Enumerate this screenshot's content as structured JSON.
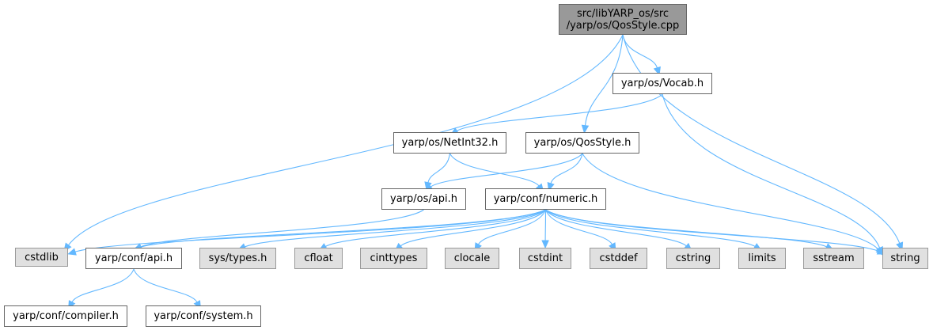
{
  "nodes": {
    "root": "src/libYARP_os/src\n/yarp/os/QosStyle.cpp",
    "vocab": "yarp/os/Vocab.h",
    "netint32": "yarp/os/NetInt32.h",
    "qosstyle_h": "yarp/os/QosStyle.h",
    "os_api": "yarp/os/api.h",
    "numeric": "yarp/conf/numeric.h",
    "cstdlib": "cstdlib",
    "conf_api": "yarp/conf/api.h",
    "sys_types": "sys/types.h",
    "cfloat": "cfloat",
    "cinttypes": "cinttypes",
    "clocale": "clocale",
    "cstdint": "cstdint",
    "cstddef": "cstddef",
    "cstring": "cstring",
    "limits": "limits",
    "sstream": "sstream",
    "string": "string",
    "compiler": "yarp/conf/compiler.h",
    "system": "yarp/conf/system.h"
  },
  "colors": {
    "edge": "#63b8ff",
    "root_fill": "#999999",
    "system_header_fill": "#e0e0e0",
    "project_header_fill": "#ffffff"
  },
  "edges": [
    [
      "root",
      "cstdlib"
    ],
    [
      "root",
      "vocab"
    ],
    [
      "root",
      "qosstyle_h"
    ],
    [
      "root",
      "string"
    ],
    [
      "vocab",
      "netint32"
    ],
    [
      "vocab",
      "string"
    ],
    [
      "netint32",
      "os_api"
    ],
    [
      "netint32",
      "numeric"
    ],
    [
      "qosstyle_h",
      "os_api"
    ],
    [
      "qosstyle_h",
      "numeric"
    ],
    [
      "qosstyle_h",
      "string"
    ],
    [
      "os_api",
      "conf_api"
    ],
    [
      "numeric",
      "cstdlib"
    ],
    [
      "numeric",
      "conf_api"
    ],
    [
      "numeric",
      "sys_types"
    ],
    [
      "numeric",
      "cfloat"
    ],
    [
      "numeric",
      "cinttypes"
    ],
    [
      "numeric",
      "clocale"
    ],
    [
      "numeric",
      "cstdint"
    ],
    [
      "numeric",
      "cstddef"
    ],
    [
      "numeric",
      "cstring"
    ],
    [
      "numeric",
      "limits"
    ],
    [
      "numeric",
      "sstream"
    ],
    [
      "numeric",
      "string"
    ],
    [
      "conf_api",
      "compiler"
    ],
    [
      "conf_api",
      "system"
    ]
  ]
}
